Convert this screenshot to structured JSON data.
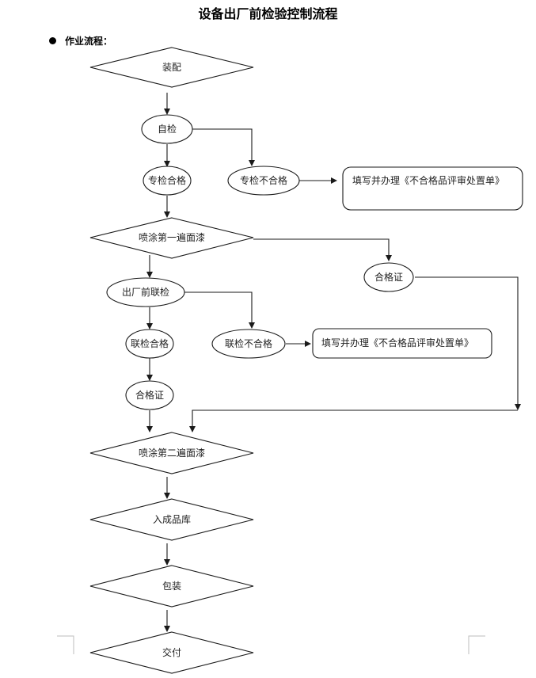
{
  "document": {
    "title": "设备出厂前检验控制流程",
    "section_label": "作业流程："
  },
  "flowchart": {
    "nodes": {
      "assembly": {
        "label": "装配",
        "shape": "diamond"
      },
      "self_check": {
        "label": "自检",
        "shape": "ellipse"
      },
      "special_pass": {
        "label": "专检合格",
        "shape": "ellipse"
      },
      "special_fail": {
        "label": "专检不合格",
        "shape": "ellipse"
      },
      "nc_form_1": {
        "label": "填写并办理《不合格品评审处置单》",
        "shape": "rounded-rect"
      },
      "spray_first": {
        "label": "喷涂第一遍面漆",
        "shape": "diamond"
      },
      "certificate_1": {
        "label": "合格证",
        "shape": "ellipse"
      },
      "joint_check": {
        "label": "出厂前联检",
        "shape": "ellipse"
      },
      "joint_pass": {
        "label": "联检合格",
        "shape": "ellipse"
      },
      "joint_fail": {
        "label": "联检不合格",
        "shape": "ellipse"
      },
      "nc_form_2": {
        "label": "填写并办理《不合格品评审处置单》",
        "shape": "rounded-rect"
      },
      "certificate_2": {
        "label": "合格证",
        "shape": "ellipse"
      },
      "spray_second": {
        "label": "喷涂第二遍面漆",
        "shape": "diamond"
      },
      "warehouse": {
        "label": "入成品库",
        "shape": "diamond"
      },
      "packaging": {
        "label": "包装",
        "shape": "diamond"
      },
      "delivery": {
        "label": "交付",
        "shape": "diamond"
      }
    },
    "edges": [
      {
        "from": "assembly",
        "to": "self_check"
      },
      {
        "from": "self_check",
        "to": "special_pass"
      },
      {
        "from": "self_check",
        "to": "special_fail"
      },
      {
        "from": "special_fail",
        "to": "nc_form_1"
      },
      {
        "from": "special_pass",
        "to": "spray_first"
      },
      {
        "from": "spray_first",
        "to": "joint_check"
      },
      {
        "from": "spray_first",
        "to": "certificate_1"
      },
      {
        "from": "joint_check",
        "to": "joint_pass"
      },
      {
        "from": "joint_check",
        "to": "joint_fail"
      },
      {
        "from": "joint_fail",
        "to": "nc_form_2"
      },
      {
        "from": "joint_pass",
        "to": "certificate_2"
      },
      {
        "from": "certificate_2",
        "to": "spray_second"
      },
      {
        "from": "certificate_1",
        "to": "spray_second"
      },
      {
        "from": "spray_second",
        "to": "warehouse"
      },
      {
        "from": "warehouse",
        "to": "packaging"
      },
      {
        "from": "packaging",
        "to": "delivery"
      }
    ]
  }
}
